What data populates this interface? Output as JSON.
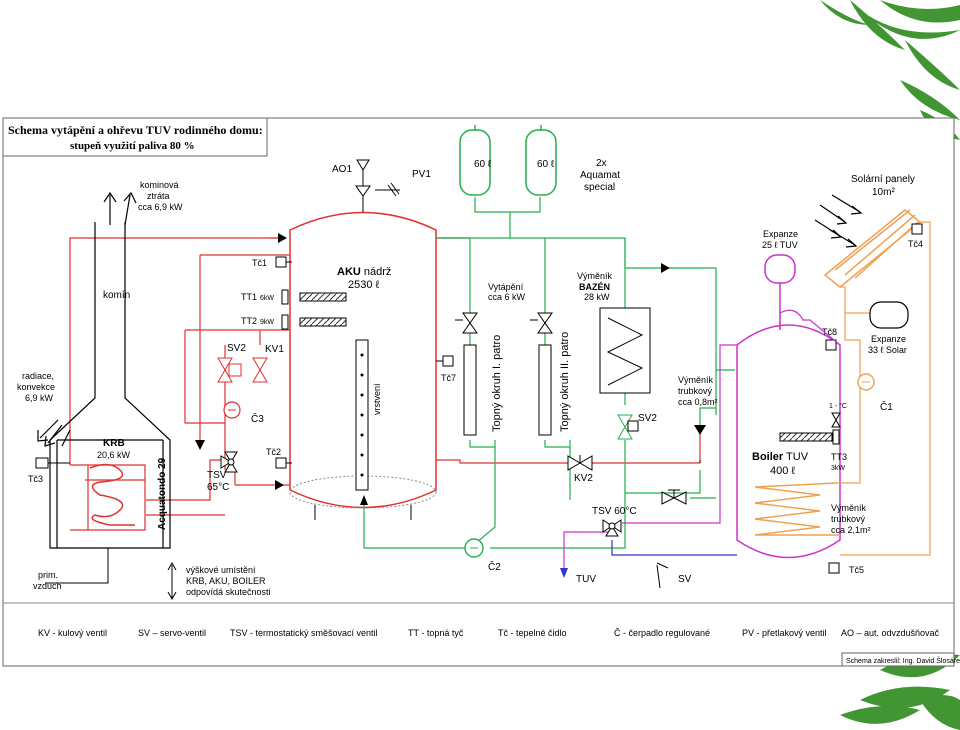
{
  "title": {
    "line1": "Schema vytápění a ohřevu TUV rodinného domu:",
    "line2": "stupeň využití paliva  80 %"
  },
  "chimney": {
    "loss_label_1": "kominová",
    "loss_label_2": "ztráta",
    "loss_label_3": "cca 6,9 kW",
    "label": "komín"
  },
  "boiler_krb": {
    "name": "KRB",
    "power": "20,6 kW",
    "model": "Acquatondo 29",
    "sensor": "Tč3"
  },
  "radiators": {
    "line1": "radiace,",
    "line2": "konvekce",
    "line3": "6,9 kW"
  },
  "air": {
    "line1": "prim.",
    "line2": "vzduch"
  },
  "height_note": {
    "line1": "výškové umístění",
    "line2": "KRB, AKU, BOILER",
    "line3": "odpovídá skutečnosti"
  },
  "aku": {
    "name_bold": "AKU",
    "name_rest": " nádrž",
    "volume": "2530 ℓ",
    "layering": "vrstvení",
    "sensor_top": "Tč1",
    "heater1": "TT1",
    "heater1_kw": "6kW",
    "heater2": "TT2",
    "heater2_kw": "9kW",
    "sensor_mid": "Tč7",
    "sensor_low": "Tč2"
  },
  "deaerator": {
    "ao1": "AO1",
    "pv1": "PV1"
  },
  "valves": {
    "sv2_left": "SV2",
    "kv1": "KV1",
    "c3": "Č3",
    "tsv_left": "TSV",
    "tsv_left_temp": "65°C",
    "kv2": "KV2",
    "sv2_right": "SV2",
    "tsv_right": "TSV 60°C",
    "c2": "Č2"
  },
  "expansion_heating": {
    "vessel1": "60 ℓ",
    "vessel2": "60 ℓ",
    "label1": "2x",
    "label2": "Aquamat",
    "label3": "special"
  },
  "circuits": {
    "heating_label1": "Vytápění",
    "heating_label2": "cca 6 kW",
    "floor1": "Topný okruh I. patro",
    "floor2": "Topný okruh II. patro",
    "pool_label1": "Výměník",
    "pool_label2": "BAZÉN",
    "pool_label3": "28 kW"
  },
  "solar": {
    "label1": "Solární panely",
    "label2": "10m²",
    "sensor": "Tč4",
    "expansion1": "Expanze",
    "expansion2": "33 ℓ Solar",
    "pump": "Č1"
  },
  "boiler_tuv": {
    "expansion1": "Expanze",
    "expansion2": "25 ℓ TUV",
    "sensor_top": "Tč8",
    "upper_hx1": "Výměník",
    "upper_hx2": "trubkový",
    "upper_hx3": "cca 0,8m²",
    "thermostat": "1 - °C",
    "name_bold": "Boiler",
    "name_rest": " TUV",
    "volume": "400 ℓ",
    "heater": "TT3",
    "heater_kw": "3kW",
    "lower_hx1": "Výměník",
    "lower_hx2": "trubkový",
    "lower_hx3": "cca 2,1m²",
    "sensor_bottom": "Tč5",
    "tuv": "TUV",
    "sv": "SV"
  },
  "legend": {
    "kv": "KV - kulový ventil",
    "sv": "SV – servo-ventil",
    "tsv": "TSV - termostatický směšovací ventil",
    "tt": "TT - topná tyč",
    "tc": "Tč - tepelné čidlo",
    "c": "Č - čerpadlo regulované",
    "pv": "PV - přetlakový ventil",
    "ao": "AO – aut. odvzdušňovač"
  },
  "author": "Schema zakreslil: Ing. David Šlosárek",
  "colors": {
    "red_pipe": "#e03030",
    "green_pipe": "#22b14c",
    "magenta_pipe": "#cc33cc",
    "orange_pipe": "#f0a050",
    "blue_pipe": "#3333cc",
    "bamboo": "#2d8a1e"
  }
}
